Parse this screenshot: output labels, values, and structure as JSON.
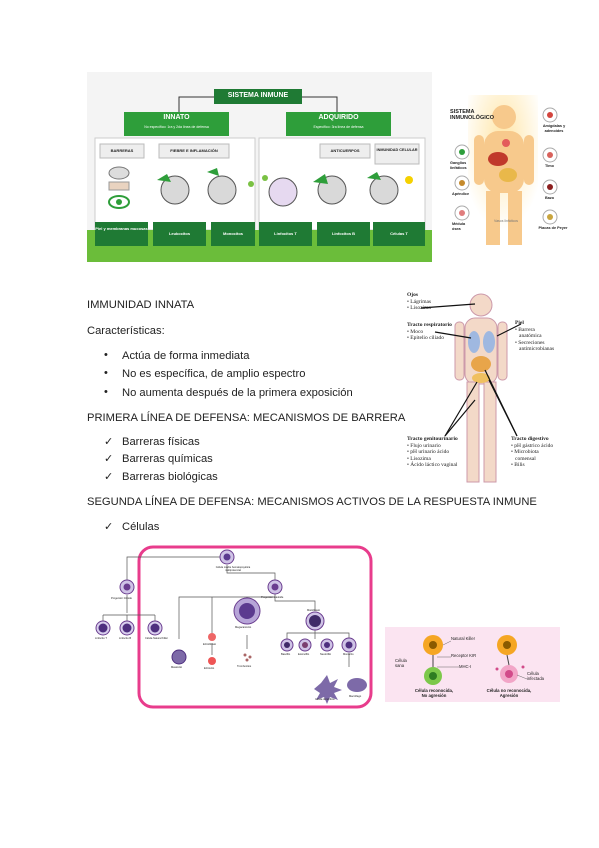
{
  "fig1": {
    "title": "SISTEMA INMUNE",
    "innate": {
      "title": "INNATO",
      "subtitle": "No específico: 1ra y 2da línea de defensa"
    },
    "acquired": {
      "title": "ADQUIRIDO",
      "subtitle": "Específico: 3ra línea de defensa"
    },
    "headers": [
      "BARRERAS",
      "FIEBRE E INFLAMACIÓN",
      "ANTICUERPOS",
      "INMUNIDAD CELULAR"
    ],
    "footer": [
      "Piel y membranas mucosas",
      "Leukocitos",
      "Monocitos",
      "Linfocitos T",
      "Linfocitos B",
      "Células T"
    ]
  },
  "fig2": {
    "title": "SISTEMA INMUNOLÓGICO",
    "left_labels": [
      "Ganglios linfáticos",
      "Apéndice",
      "Médula ósea"
    ],
    "right_labels": [
      "Amígdalas y adenoides",
      "Timo",
      "Bazo",
      "Placas de Peyer"
    ],
    "bottom_label": "Vasos linfáticos"
  },
  "text": {
    "heading1": "IMMUNIDAD INNATA",
    "characteristics": "Características:",
    "bullets": [
      "Actúa de forma inmediata",
      "No es específica, de amplio espectro",
      "No aumenta después de la primera exposición"
    ],
    "heading2": "PRIMERA LÍNEA DE DEFENSA: MECANISMOS DE BARRERA",
    "checks1": [
      "Barreras físicas",
      "Barreras químicas",
      "Barreras biológicas"
    ],
    "heading3": "SEGUNDA LÍNEA DE DEFENSA: MECANISMOS ACTIVOS DE LA RESPUESTA INMUNE",
    "checks2": [
      "Células"
    ]
  },
  "fig3": {
    "eyes": {
      "title": "Ojos",
      "items": [
        "• Lágrimas",
        "• Lisozima"
      ]
    },
    "resp": {
      "title": "Tracto respiratorio",
      "items": [
        "• Moco",
        "• Epitelio ciliado"
      ]
    },
    "skin": {
      "title": "Piel",
      "items": [
        "• Barrera",
        "anatómica",
        "• Secreciones",
        "antimicrobianas"
      ]
    },
    "gu": {
      "title": "Tracto genitourinario",
      "items": [
        "• Flujo urinario",
        "• pH urinario ácido",
        "• Lisozima",
        "• Ácido láctico vaginal"
      ]
    },
    "gi": {
      "title": "Tracto digestivo",
      "items": [
        "• pH gástrico ácido",
        "• Microbiota",
        "comensal",
        "• Bilis"
      ]
    }
  },
  "fig4": {
    "labels": [
      "Célula madre hematopoyética multipotencial",
      "Progenitor linfoide",
      "Progenitor mieloide",
      "Linfocito T",
      "Linfocito B",
      "Célula Natural Killer",
      "Megacariocito",
      "Mieloblasto",
      "Basófilo",
      "Eosinófilo",
      "Neutrófilo",
      "Monocito",
      "Mastocito",
      "Eritrocito",
      "Trombocitos",
      "Eritroblasto",
      "Célula dendrítica",
      "Macrófago"
    ]
  },
  "fig5": {
    "nk": "Natural Killer",
    "receptor": "Receptor KIR",
    "mhc": "MHC-I",
    "healthy": "Célula sana",
    "infected": "Célula infectada",
    "left_caption1": "Célula reconocida,",
    "left_caption2": "No agresión",
    "right_caption1": "Célula no reconocida,",
    "right_caption2": "Agresión"
  },
  "colors": {
    "green": "#2e9e3a",
    "pink": "#e83c8c",
    "purple": "#6a3d8f"
  }
}
